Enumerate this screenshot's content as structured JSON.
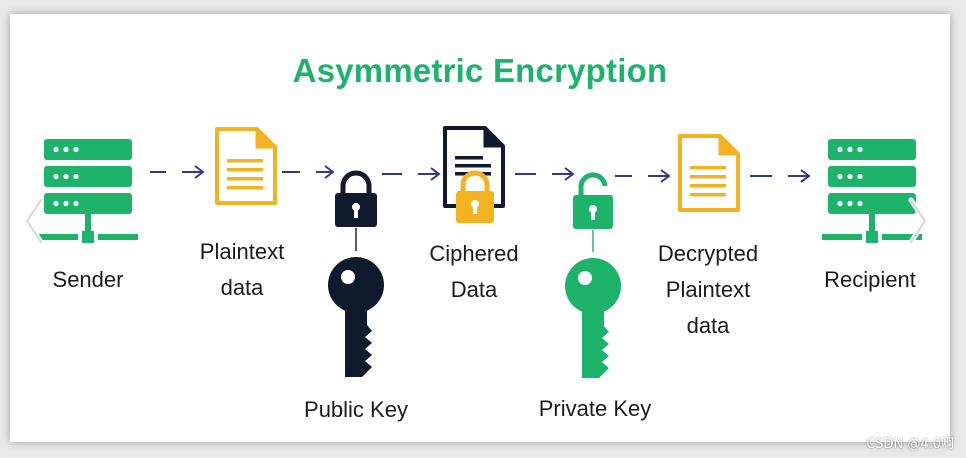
{
  "diagram": {
    "title": "Asymmetric Encryption",
    "labels": {
      "sender": "Sender",
      "plaintext": [
        "Plaintext",
        "data"
      ],
      "public_key": "Public Key",
      "ciphered": [
        "Ciphered",
        "Data"
      ],
      "private_key": "Private Key",
      "decrypted": [
        "Decrypted",
        "Plaintext",
        "data"
      ],
      "recipient": "Recipient"
    }
  },
  "colors": {
    "green": "#1db36b",
    "amber": "#f4b120",
    "navy": "#0f1b2d",
    "arrow": "#2f3b8f"
  },
  "icons": [
    "server-icon",
    "document-icon",
    "padlock-icon",
    "key-icon",
    "encrypted-document-icon"
  ],
  "watermark": "CSDN @4.0啊"
}
